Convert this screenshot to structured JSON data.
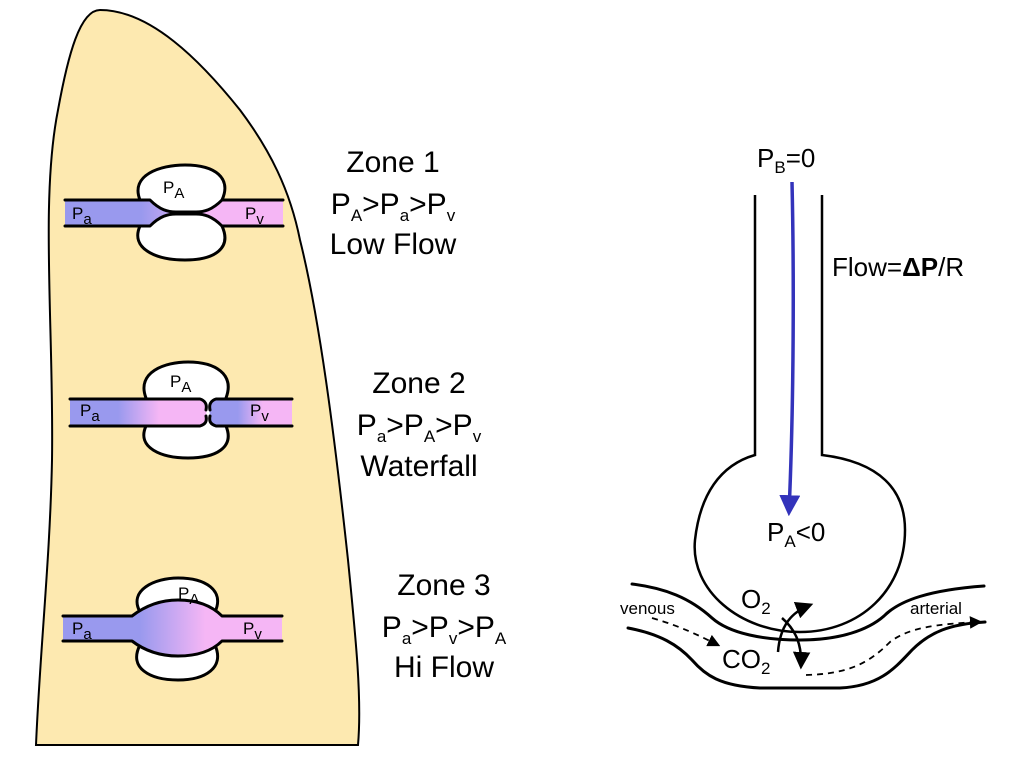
{
  "colors": {
    "lung": "#fde9b0",
    "arterial": "#9999ee",
    "venous": "#f5b6f5",
    "flow_arrow": "#3333bb"
  },
  "icons": [
    "solid-arrow",
    "dashed-arrow",
    "lung-outline",
    "alveolus-bubble"
  ],
  "zones": [
    {
      "title": "Zone 1",
      "condition": {
        "parts": [
          {
            "b": "P",
            "s": "A"
          },
          {
            "b": ">P",
            "s": "a"
          },
          {
            "b": ">P",
            "s": "v"
          }
        ]
      },
      "flow": "Low Flow"
    },
    {
      "title": "Zone 2",
      "condition": {
        "parts": [
          {
            "b": "P",
            "s": "a"
          },
          {
            "b": ">P",
            "s": "A"
          },
          {
            "b": ">P",
            "s": "v"
          }
        ]
      },
      "flow": "Waterfall"
    },
    {
      "title": "Zone 3",
      "condition": {
        "parts": [
          {
            "b": "P",
            "s": "a"
          },
          {
            "b": ">P",
            "s": "v"
          },
          {
            "b": ">P",
            "s": "A"
          }
        ]
      },
      "flow": "Hi Flow"
    }
  ],
  "vessel_labels": {
    "artery": {
      "b": "P",
      "s": "a"
    },
    "vein": {
      "b": "P",
      "s": "v"
    },
    "alveolus": {
      "b": "P",
      "s": "A"
    }
  },
  "right": {
    "pb": {
      "b": "P",
      "s": "B",
      "t": "=0"
    },
    "pa": {
      "b": "P",
      "s": "A",
      "t": "<0"
    },
    "flow_eq": {
      "pre": "Flow=",
      "bold": "ΔP",
      "post": "/R"
    },
    "o2": {
      "b": "O",
      "s": "2"
    },
    "co2": {
      "b": "CO",
      "s": "2"
    },
    "venous": "venous",
    "arterial": "arterial"
  }
}
